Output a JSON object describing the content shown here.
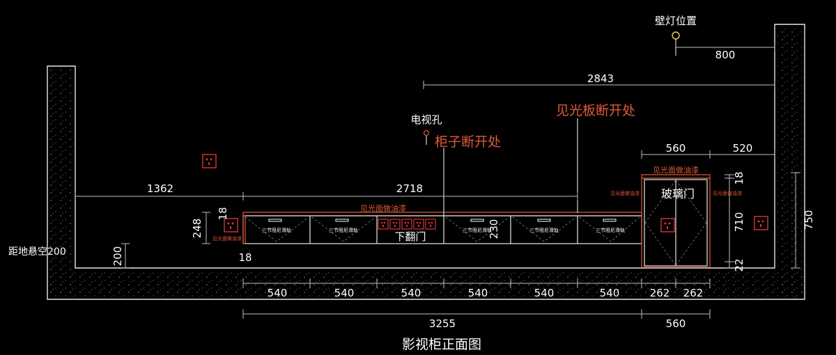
{
  "title": "影视柜正面图",
  "labels": {
    "wall_lamp": "壁灯位置",
    "tv_hole": "电视孔",
    "cabinet_break": "柜子断开处",
    "visible_board_break": "见光板断开处",
    "visible_paint_top": "见光面做油漆",
    "visible_paint_tall": "见光面做油漆",
    "visible_paint_small_left": "见光面做油漆",
    "visible_paint_small_r1": "见光面做油漆",
    "visible_paint_small_r2": "见光面做油漆",
    "glass_door": "玻璃门",
    "flip_door": "下翻门",
    "drawer_note": "三节阻尼滑轨",
    "floor_gap": "距地悬空200"
  },
  "dims": {
    "d800": "800",
    "d2843": "2843",
    "d560_top": "560",
    "d520": "520",
    "d1362": "1362",
    "d2718": "2718",
    "d248": "248",
    "d18_left": "18",
    "d18_bottom": "18",
    "d200": "200",
    "d230": "230",
    "d18_right": "18",
    "d710": "710",
    "d22": "22",
    "d750": "750",
    "bottom_segments": [
      "540",
      "540",
      "540",
      "540",
      "540",
      "540",
      "262",
      "262"
    ],
    "d3255": "3255",
    "d560_bottom": "560"
  },
  "colors": {
    "line": "#e8e8e8",
    "accent": "#e05a3a",
    "background": "#000000"
  }
}
